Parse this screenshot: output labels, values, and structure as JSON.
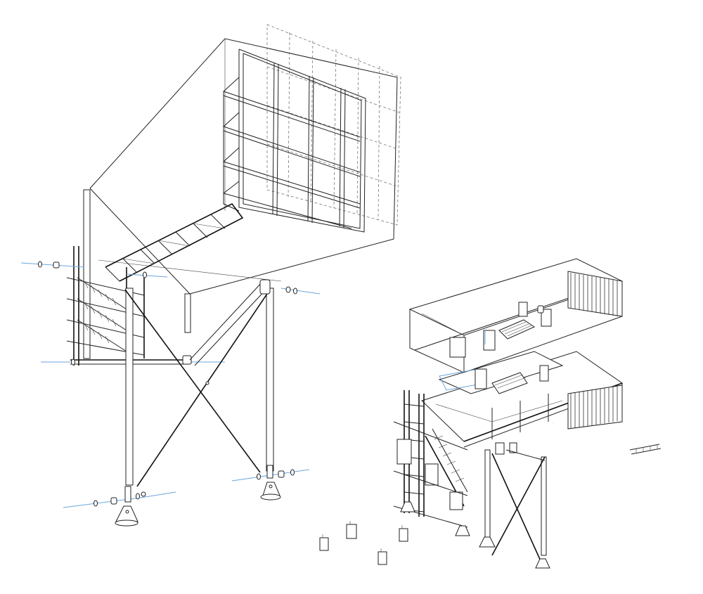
{
  "figure": {
    "accent_color": "#6aa6dc",
    "line_color": "#222222",
    "background": "#ffffff"
  },
  "drawings": [
    {
      "name": "exploded-structural-frame",
      "kind": "exploded axonometric"
    },
    {
      "name": "exploded-floor-plates",
      "kind": "exploded axonometric"
    }
  ],
  "icons": [
    "north-arrow-icon",
    "fixing-detail-icon"
  ]
}
